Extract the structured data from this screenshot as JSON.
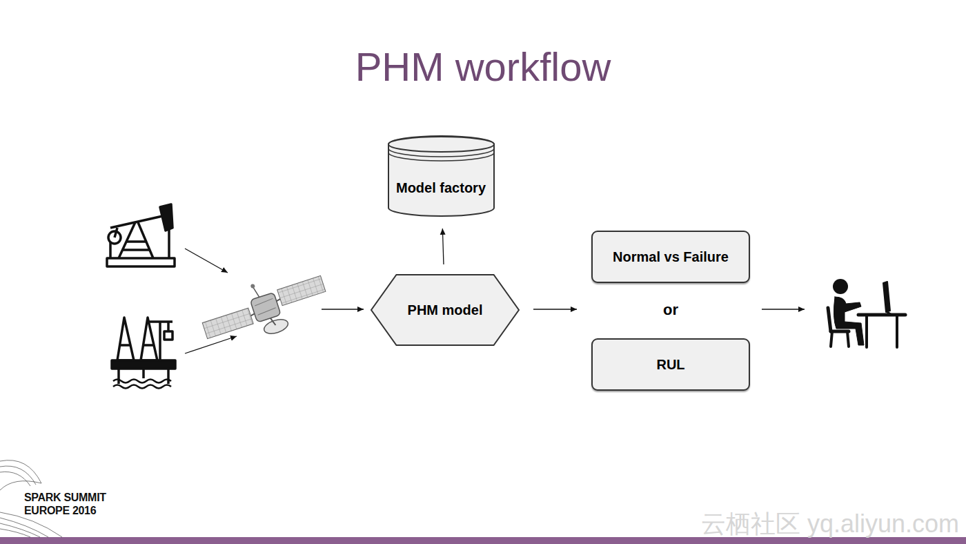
{
  "diagram": {
    "title": "PHM workflow",
    "nodes": [
      {
        "text": [
          "PHM model"
        ]
      },
      {
        "text": [
          "Model factory"
        ]
      },
      {
        "text": [
          "Normal vs Failure"
        ]
      },
      {
        "text": [
          "RUL"
        ]
      }
    ],
    "edges": [
      {
        "from": 0,
        "to": 1,
        "arrow": "to"
      }
    ],
    "labels": [
      "or",
      "SPARK SUMMIT",
      "EUROPE 2016",
      "云栖社区 yq.aliyun.com"
    ]
  }
}
